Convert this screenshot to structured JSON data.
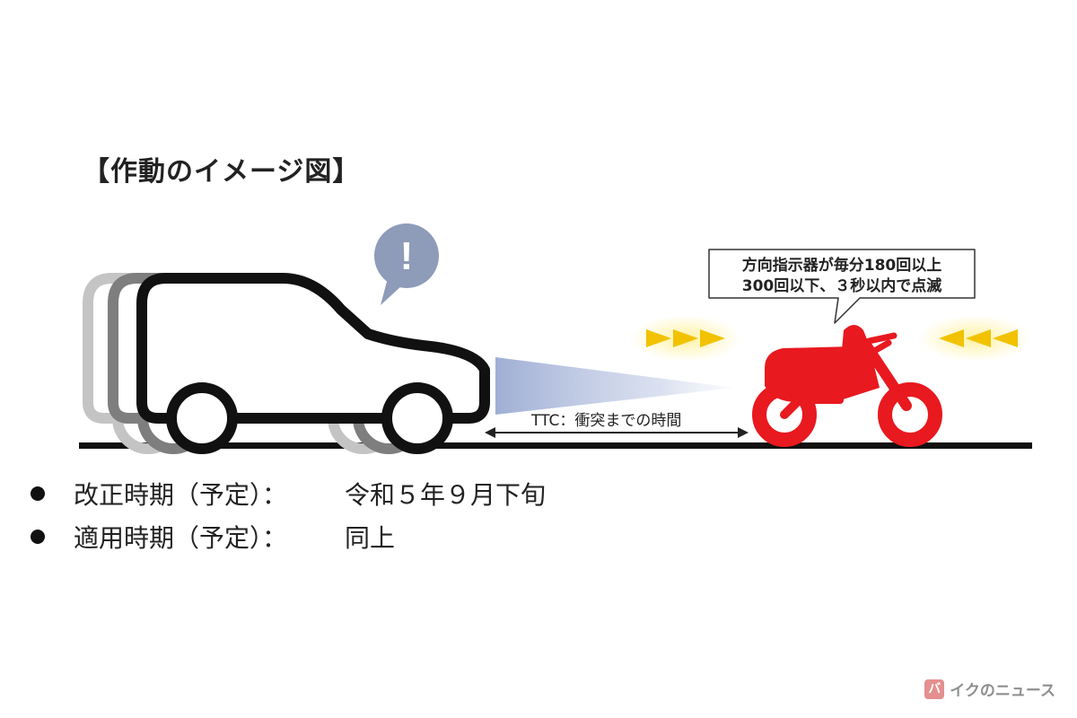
{
  "title": "【作動のイメージ図】",
  "alert": {
    "symbol": "!"
  },
  "callout": {
    "line1": "方向指示器が毎分180回以上",
    "line2": "300回以下、３秒以内で点滅"
  },
  "ttc_label": "TTC：衝突までの時間",
  "bullets": [
    {
      "label": "改正時期（予定）：",
      "value": "令和５年９月下旬"
    },
    {
      "label": "適用時期（予定）：",
      "value": "同上"
    }
  ],
  "watermark": {
    "badge_text": "バ",
    "text": "イクのニュース"
  },
  "colors": {
    "motorcycle": "#e8191f",
    "indicator_arrows": "#f2c200",
    "indicator_glow": "#fff2a3",
    "alert_bubble": "#8e9bb9",
    "sensor_beam": "#9aaad2",
    "road": "#111111"
  }
}
